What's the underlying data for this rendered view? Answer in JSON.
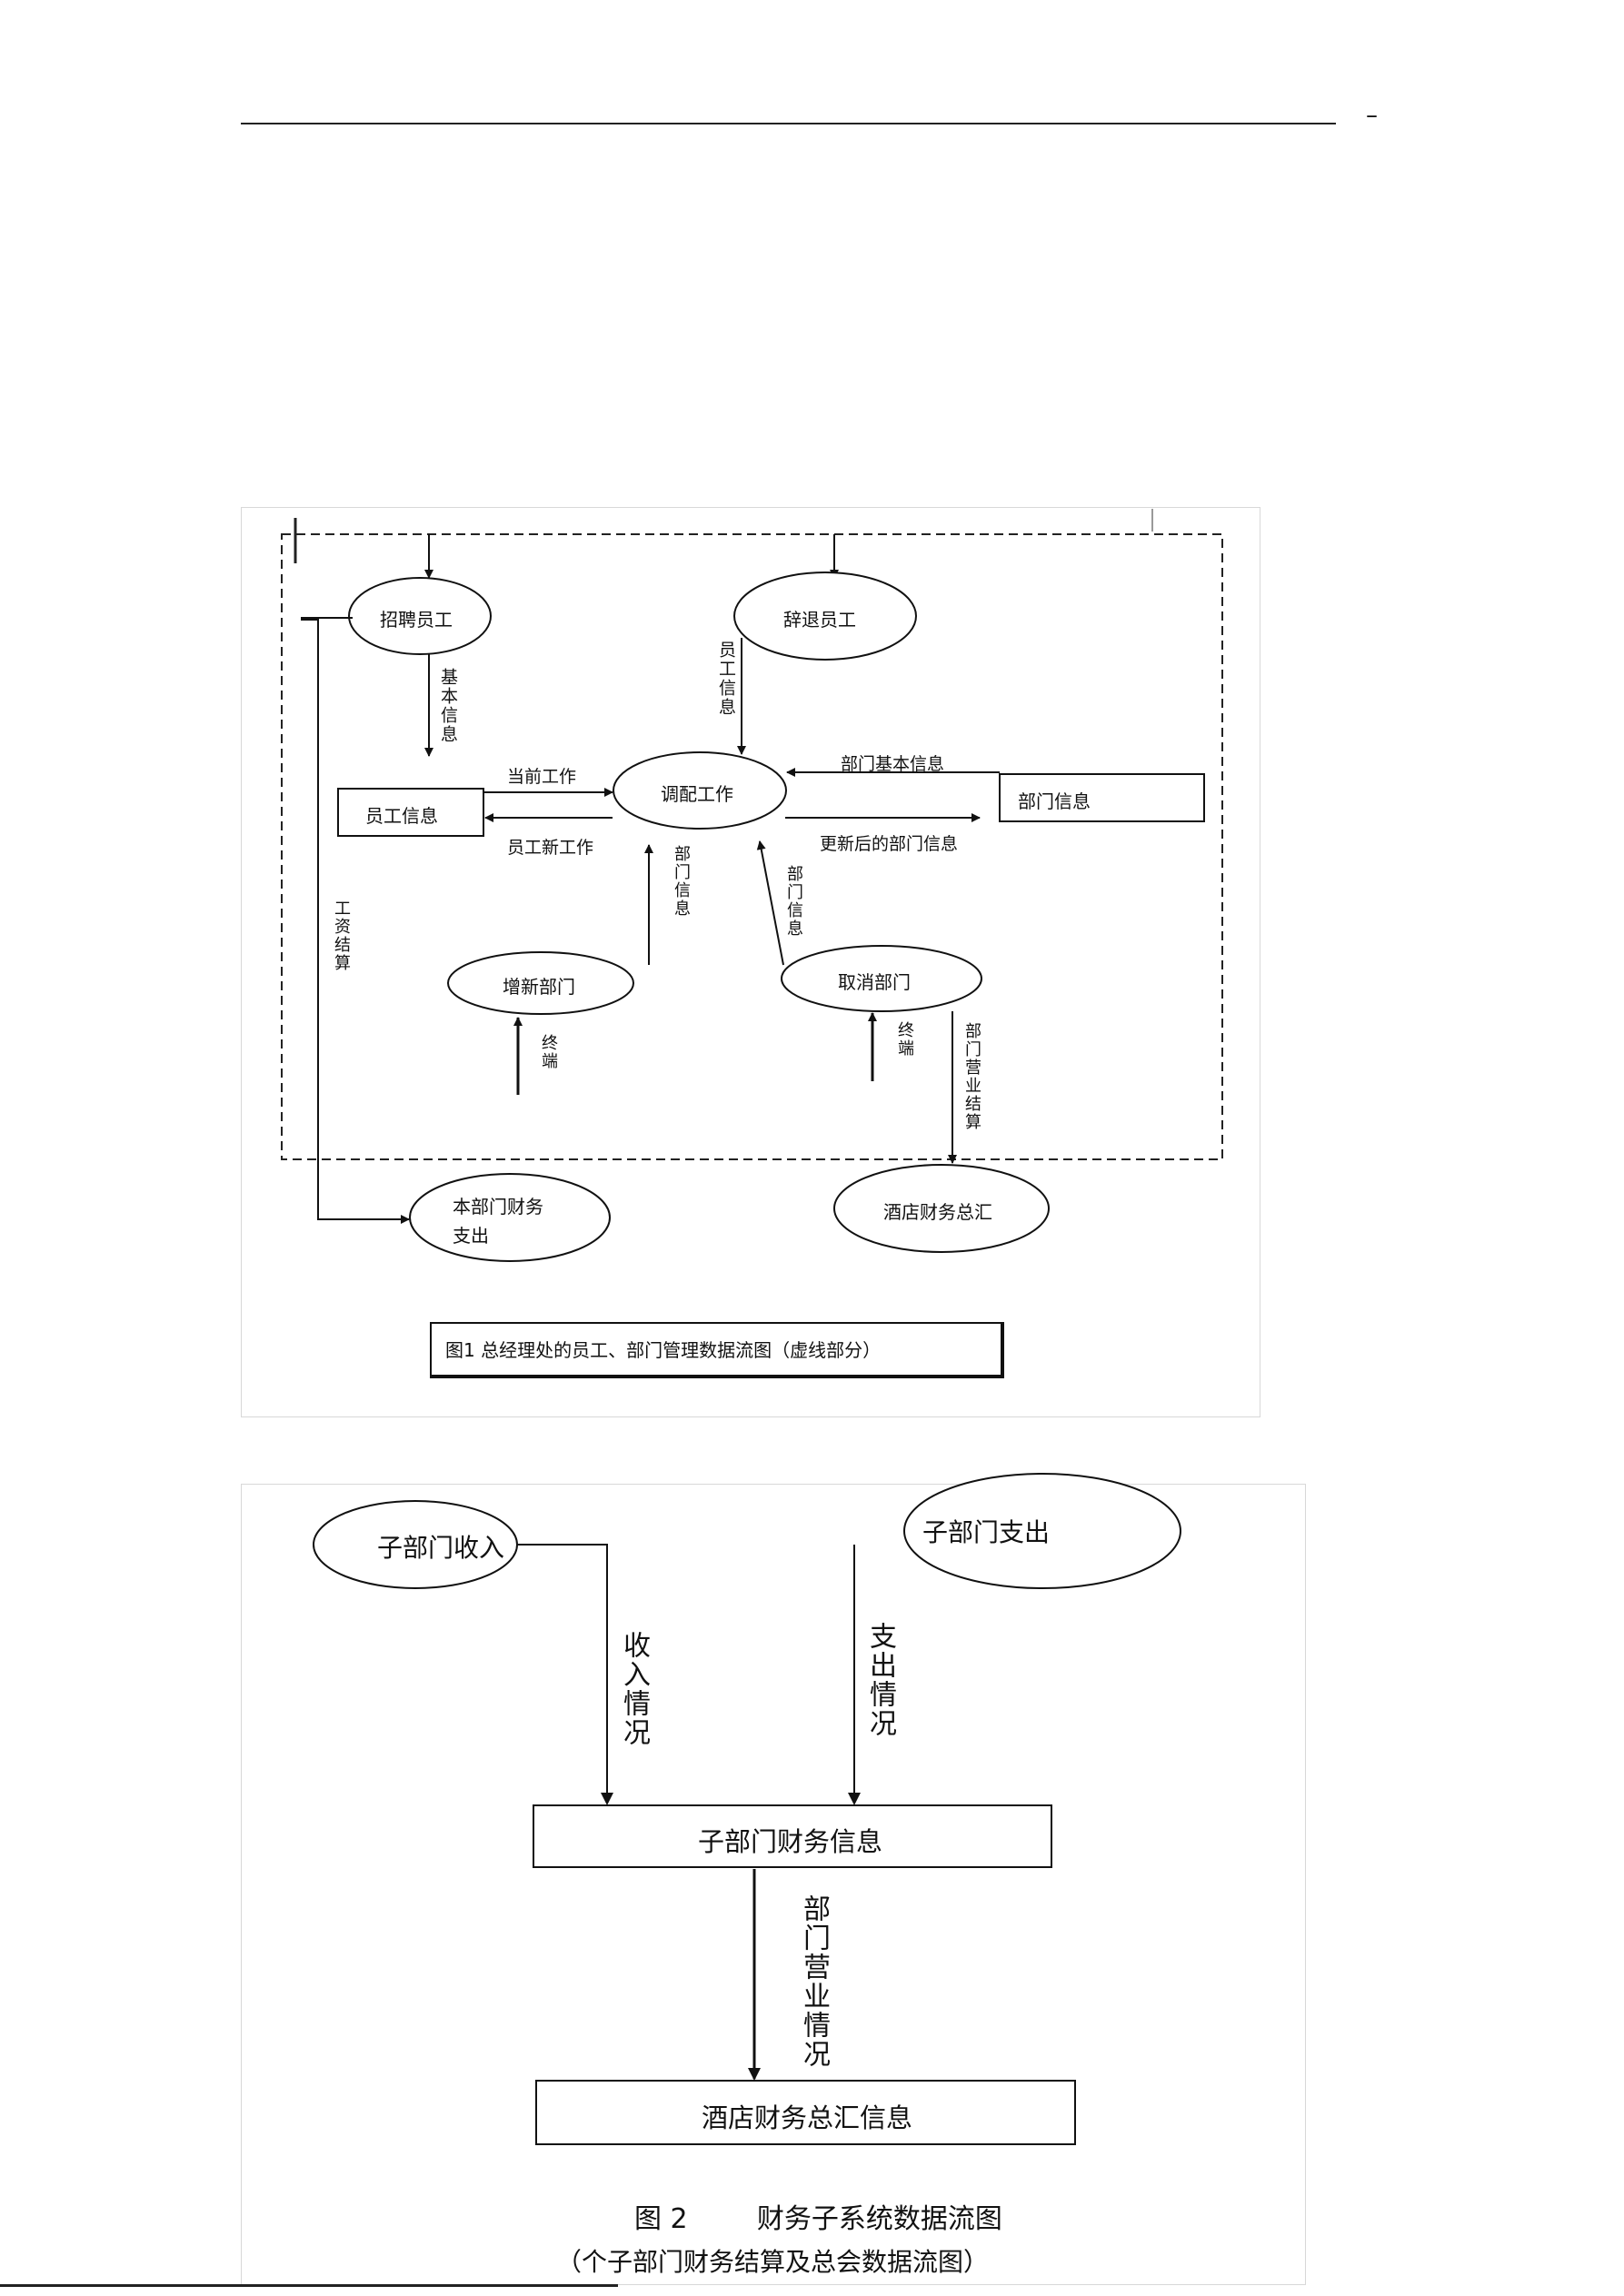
{
  "header": {
    "mark": "–"
  },
  "figure1": {
    "processes": {
      "hire": "招聘员工",
      "dismiss": "辞退员工",
      "dispatch": "调配工作",
      "add_dept": "增新部门",
      "cancel_dept": "取消部门",
      "dept_finance": "本部门财务\n支出",
      "hotel_finance": "酒店财务总汇"
    },
    "stores": {
      "employee_info": "员工信息",
      "dept_info": "部门信息"
    },
    "flows": {
      "basic_info": "基本信息",
      "employee_info_flow": "员工信息",
      "current_work": "当前工作",
      "new_work": "员工新工作",
      "dept_basic_info": "部门基本信息",
      "updated_dept_info": "更新后的部门信息",
      "dept_info_left": "部门信息",
      "dept_info_right": "部门信息",
      "terminal_left": "终端",
      "terminal_right": "终端",
      "dept_business": "部门营业结算",
      "salary_settlement": "工资结算"
    },
    "caption": "图1 总经理处的员工、部门管理数据流图（虚线部分）"
  },
  "figure2": {
    "processes": {
      "income": "子部门收入",
      "expense": "子部门支出"
    },
    "stores": {
      "sub_finance": "子部门财务信息",
      "hotel_summary": "酒店财务总汇信息"
    },
    "flows": {
      "income_status": "收入情况",
      "expense_status": "支出情况",
      "dept_business_status": "部门营业情况"
    },
    "caption_line1": "图 2        财务子系统数据流图",
    "caption_line2": "（个子部门财务结算及总会数据流图）"
  }
}
